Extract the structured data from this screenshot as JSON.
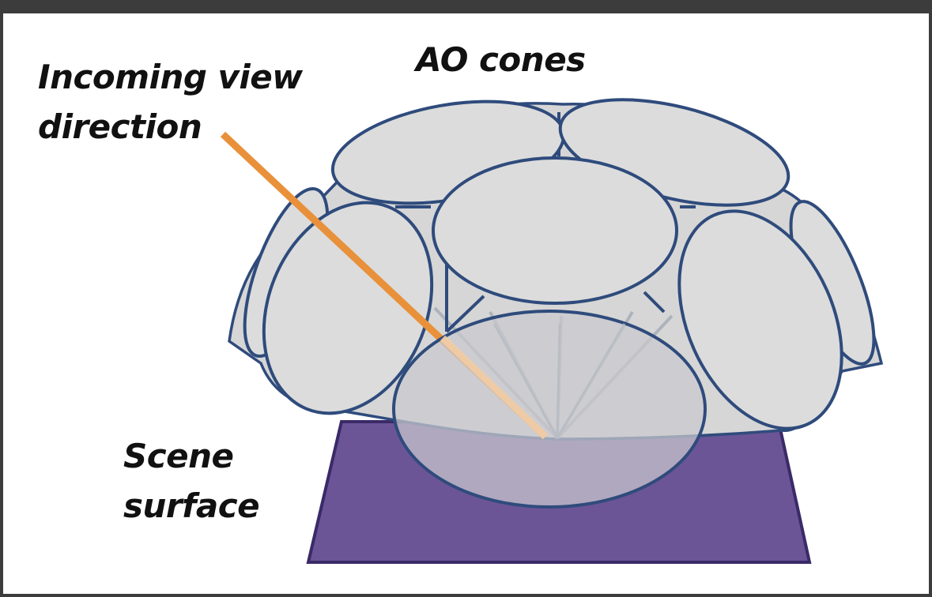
{
  "labels": {
    "ao_cones": "AO cones",
    "view_direction": [
      "Incoming view",
      "direction"
    ],
    "scene_surface": [
      "Scene",
      "surface"
    ]
  },
  "colors": {
    "cone_fill": "#dcdcdc",
    "cone_stroke": "#2f4b7c",
    "surface_fill": "#6b5597",
    "surface_stroke": "#3a2a68",
    "view_arrow": "#e8913a",
    "frame": "#3c3c3c"
  }
}
